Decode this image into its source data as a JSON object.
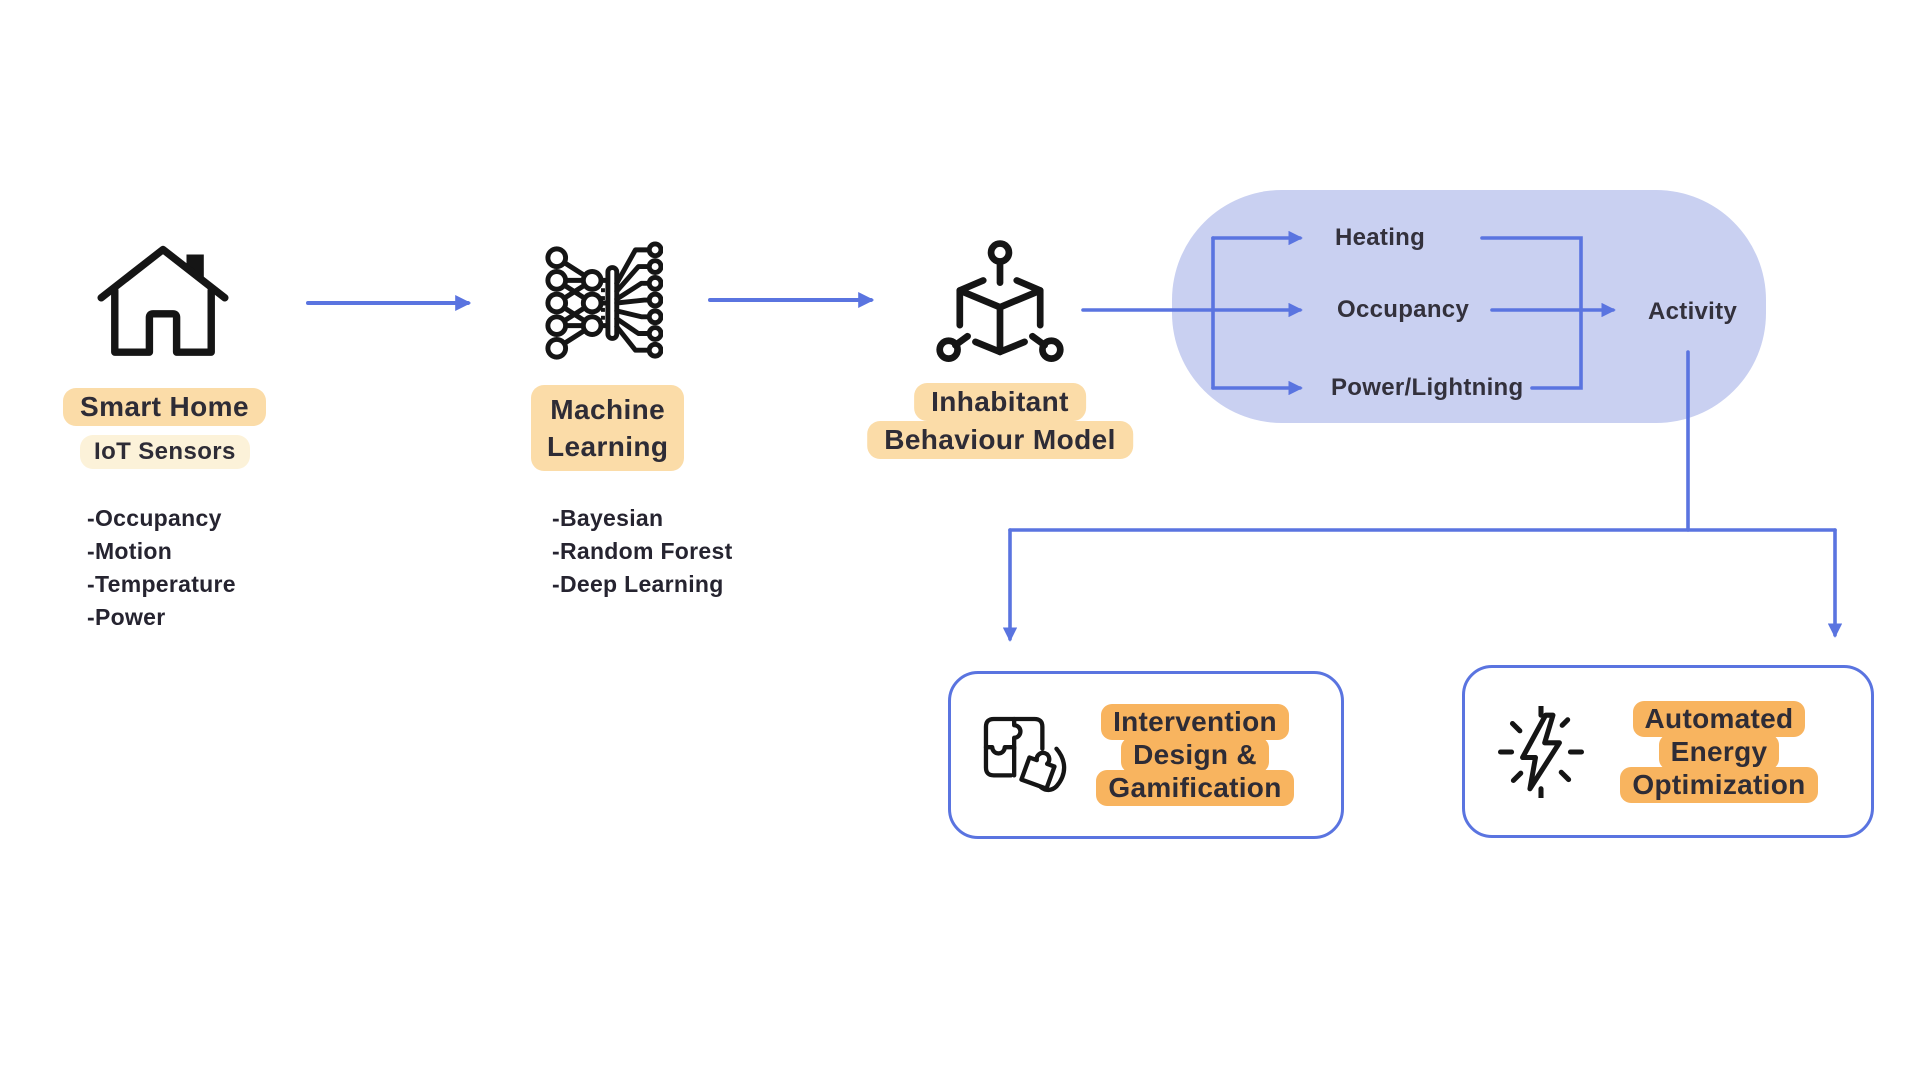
{
  "palette": {
    "accent_blue": "#5A74E0",
    "blob_fill": "#C9D0F1",
    "highlight_orange": "#F8B45F",
    "highlight_peach": "#FBDCA8",
    "highlight_cream": "#FCF2D9",
    "text_dark": "#2E2C36",
    "icon_black": "#151515",
    "background": "#FFFFFF"
  },
  "smart_home": {
    "icon": "house-icon",
    "title": "Smart Home",
    "subtitle": "IoT Sensors",
    "sensors": [
      "-Occupancy",
      "-Motion",
      "-Temperature",
      "-Power"
    ]
  },
  "machine_learning": {
    "icon": "neural-network-icon",
    "title_line1": "Machine",
    "title_line2": "Learning",
    "methods": [
      "-Bayesian",
      "-Random Forest",
      "-Deep Learning"
    ]
  },
  "behaviour_model": {
    "icon": "model-cube-icon",
    "title_line1": "Inhabitant",
    "title_line2": "Behaviour Model"
  },
  "activity_group": {
    "inputs": [
      "Heating",
      "Occupancy",
      "Power/Lightning"
    ],
    "output": "Activity"
  },
  "outcomes": {
    "intervention": {
      "icon": "puzzle-hand-icon",
      "line1": "Intervention",
      "line2": "Design &",
      "line3": "Gamification"
    },
    "optimization": {
      "icon": "spark-bolt-icon",
      "line1": "Automated",
      "line2": "Energy",
      "line3": "Optimization"
    }
  }
}
